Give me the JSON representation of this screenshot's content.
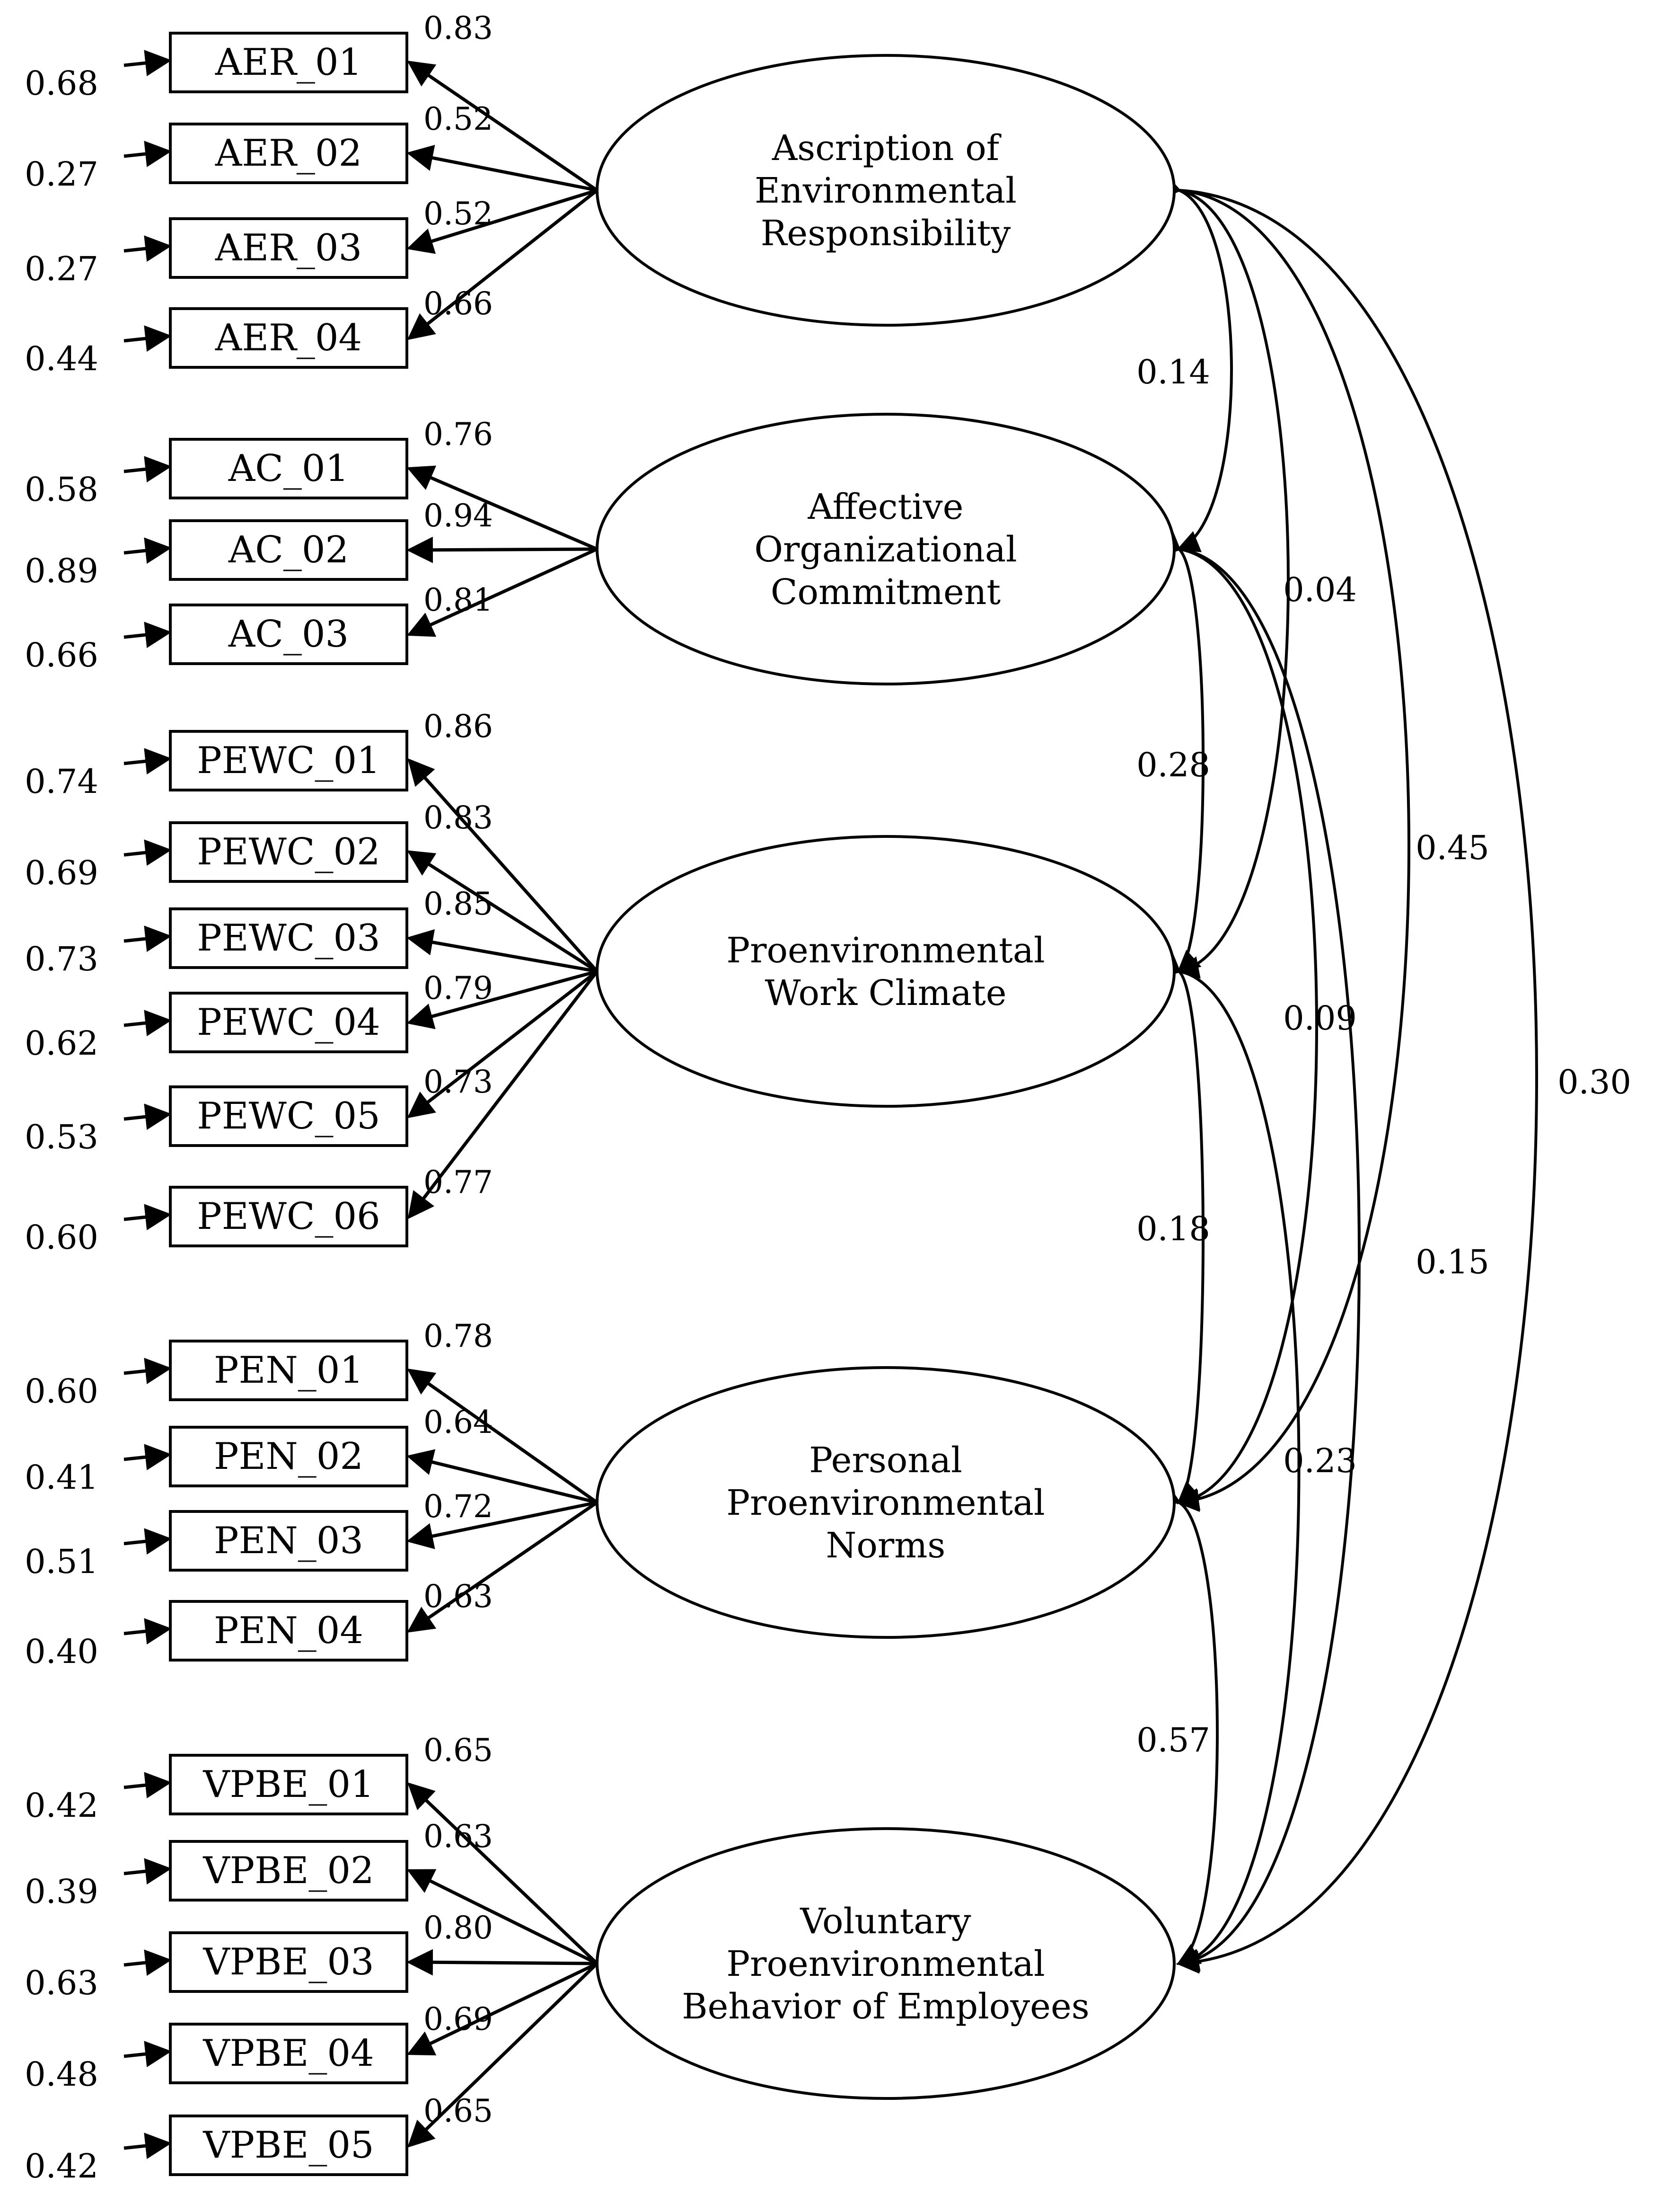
{
  "latents": [
    {
      "id": "aer",
      "lines": [
        "Ascription of",
        "Environmental",
        "Responsibility"
      ],
      "indicators": [
        {
          "label": "AER_01",
          "error": "0.68",
          "loading": "0.83"
        },
        {
          "label": "AER_02",
          "error": "0.27",
          "loading": "0.52"
        },
        {
          "label": "AER_03",
          "error": "0.27",
          "loading": "0.52"
        },
        {
          "label": "AER_04",
          "error": "0.44",
          "loading": "0.66"
        }
      ]
    },
    {
      "id": "ac",
      "lines": [
        "Affective",
        "Organizational",
        "Commitment"
      ],
      "indicators": [
        {
          "label": "AC_01",
          "error": "0.58",
          "loading": "0.76"
        },
        {
          "label": "AC_02",
          "error": "0.89",
          "loading": "0.94"
        },
        {
          "label": "AC_03",
          "error": "0.66",
          "loading": "0.81"
        }
      ]
    },
    {
      "id": "pewc",
      "lines": [
        "Proenvironmental",
        "Work Climate"
      ],
      "indicators": [
        {
          "label": "PEWC_01",
          "error": "0.74",
          "loading": "0.86"
        },
        {
          "label": "PEWC_02",
          "error": "0.69",
          "loading": "0.83"
        },
        {
          "label": "PEWC_03",
          "error": "0.73",
          "loading": "0.85"
        },
        {
          "label": "PEWC_04",
          "error": "0.62",
          "loading": "0.79"
        },
        {
          "label": "PEWC_05",
          "error": "0.53",
          "loading": "0.73"
        },
        {
          "label": "PEWC_06",
          "error": "0.60",
          "loading": "0.77"
        }
      ]
    },
    {
      "id": "pen",
      "lines": [
        "Personal",
        "Proenvironmental",
        "Norms"
      ],
      "indicators": [
        {
          "label": "PEN_01",
          "error": "0.60",
          "loading": "0.78"
        },
        {
          "label": "PEN_02",
          "error": "0.41",
          "loading": "0.64"
        },
        {
          "label": "PEN_03",
          "error": "0.51",
          "loading": "0.72"
        },
        {
          "label": "PEN_04",
          "error": "0.40",
          "loading": "0.63"
        }
      ]
    },
    {
      "id": "vpbe",
      "lines": [
        "Voluntary",
        "Proenvironmental",
        "Behavior of Employees"
      ],
      "indicators": [
        {
          "label": "VPBE_01",
          "error": "0.42",
          "loading": "0.65"
        },
        {
          "label": "VPBE_02",
          "error": "0.39",
          "loading": "0.63"
        },
        {
          "label": "VPBE_03",
          "error": "0.63",
          "loading": "0.80"
        },
        {
          "label": "VPBE_04",
          "error": "0.48",
          "loading": "0.69"
        },
        {
          "label": "VPBE_05",
          "error": "0.42",
          "loading": "0.65"
        }
      ]
    }
  ],
  "correlations": [
    {
      "from": "aer",
      "to": "ac",
      "value": "0.14"
    },
    {
      "from": "aer",
      "to": "pewc",
      "value": "0.04"
    },
    {
      "from": "aer",
      "to": "pen",
      "value": "0.45"
    },
    {
      "from": "aer",
      "to": "vpbe",
      "value": "0.30"
    },
    {
      "from": "ac",
      "to": "pewc",
      "value": "0.28"
    },
    {
      "from": "ac",
      "to": "pen",
      "value": "0.09"
    },
    {
      "from": "ac",
      "to": "vpbe",
      "value": "0.15"
    },
    {
      "from": "pewc",
      "to": "pen",
      "value": "0.18"
    },
    {
      "from": "pewc",
      "to": "vpbe",
      "value": "0.23"
    },
    {
      "from": "pen",
      "to": "vpbe",
      "value": "0.57"
    }
  ]
}
